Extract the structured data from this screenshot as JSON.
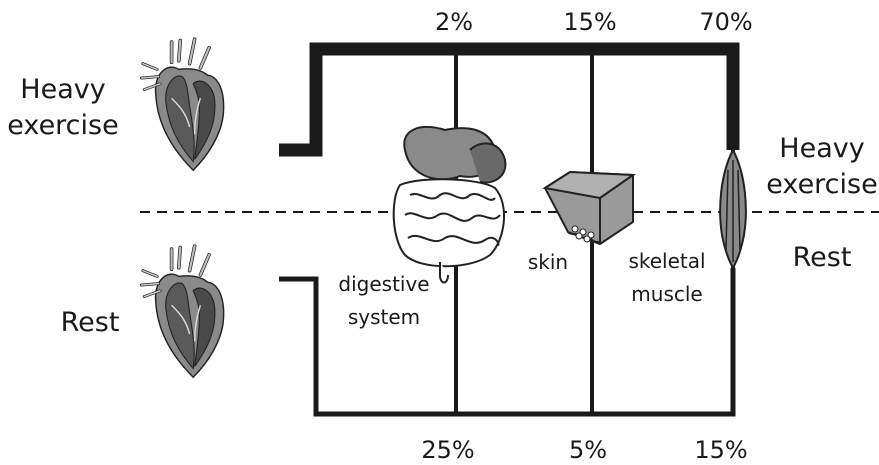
{
  "labels": {
    "left_top": [
      "Heavy",
      "exercise"
    ],
    "left_bottom": "Rest",
    "right_top": [
      "Heavy",
      "exercise"
    ],
    "right_bottom": "Rest",
    "digestive": [
      "digestive",
      "system"
    ],
    "skin": "skin",
    "muscle": [
      "skeletal",
      "muscle"
    ]
  },
  "heavy_exercise_percentages": {
    "digestive_system": "2%",
    "skin": "15%",
    "skeletal_muscle": "70%"
  },
  "rest_percentages": {
    "digestive_system": "25%",
    "skin": "5%",
    "skeletal_muscle": "15%"
  },
  "icons": [
    "heart-icon",
    "heart-icon",
    "digestive-system-icon",
    "skin-block-icon",
    "muscle-icon"
  ]
}
